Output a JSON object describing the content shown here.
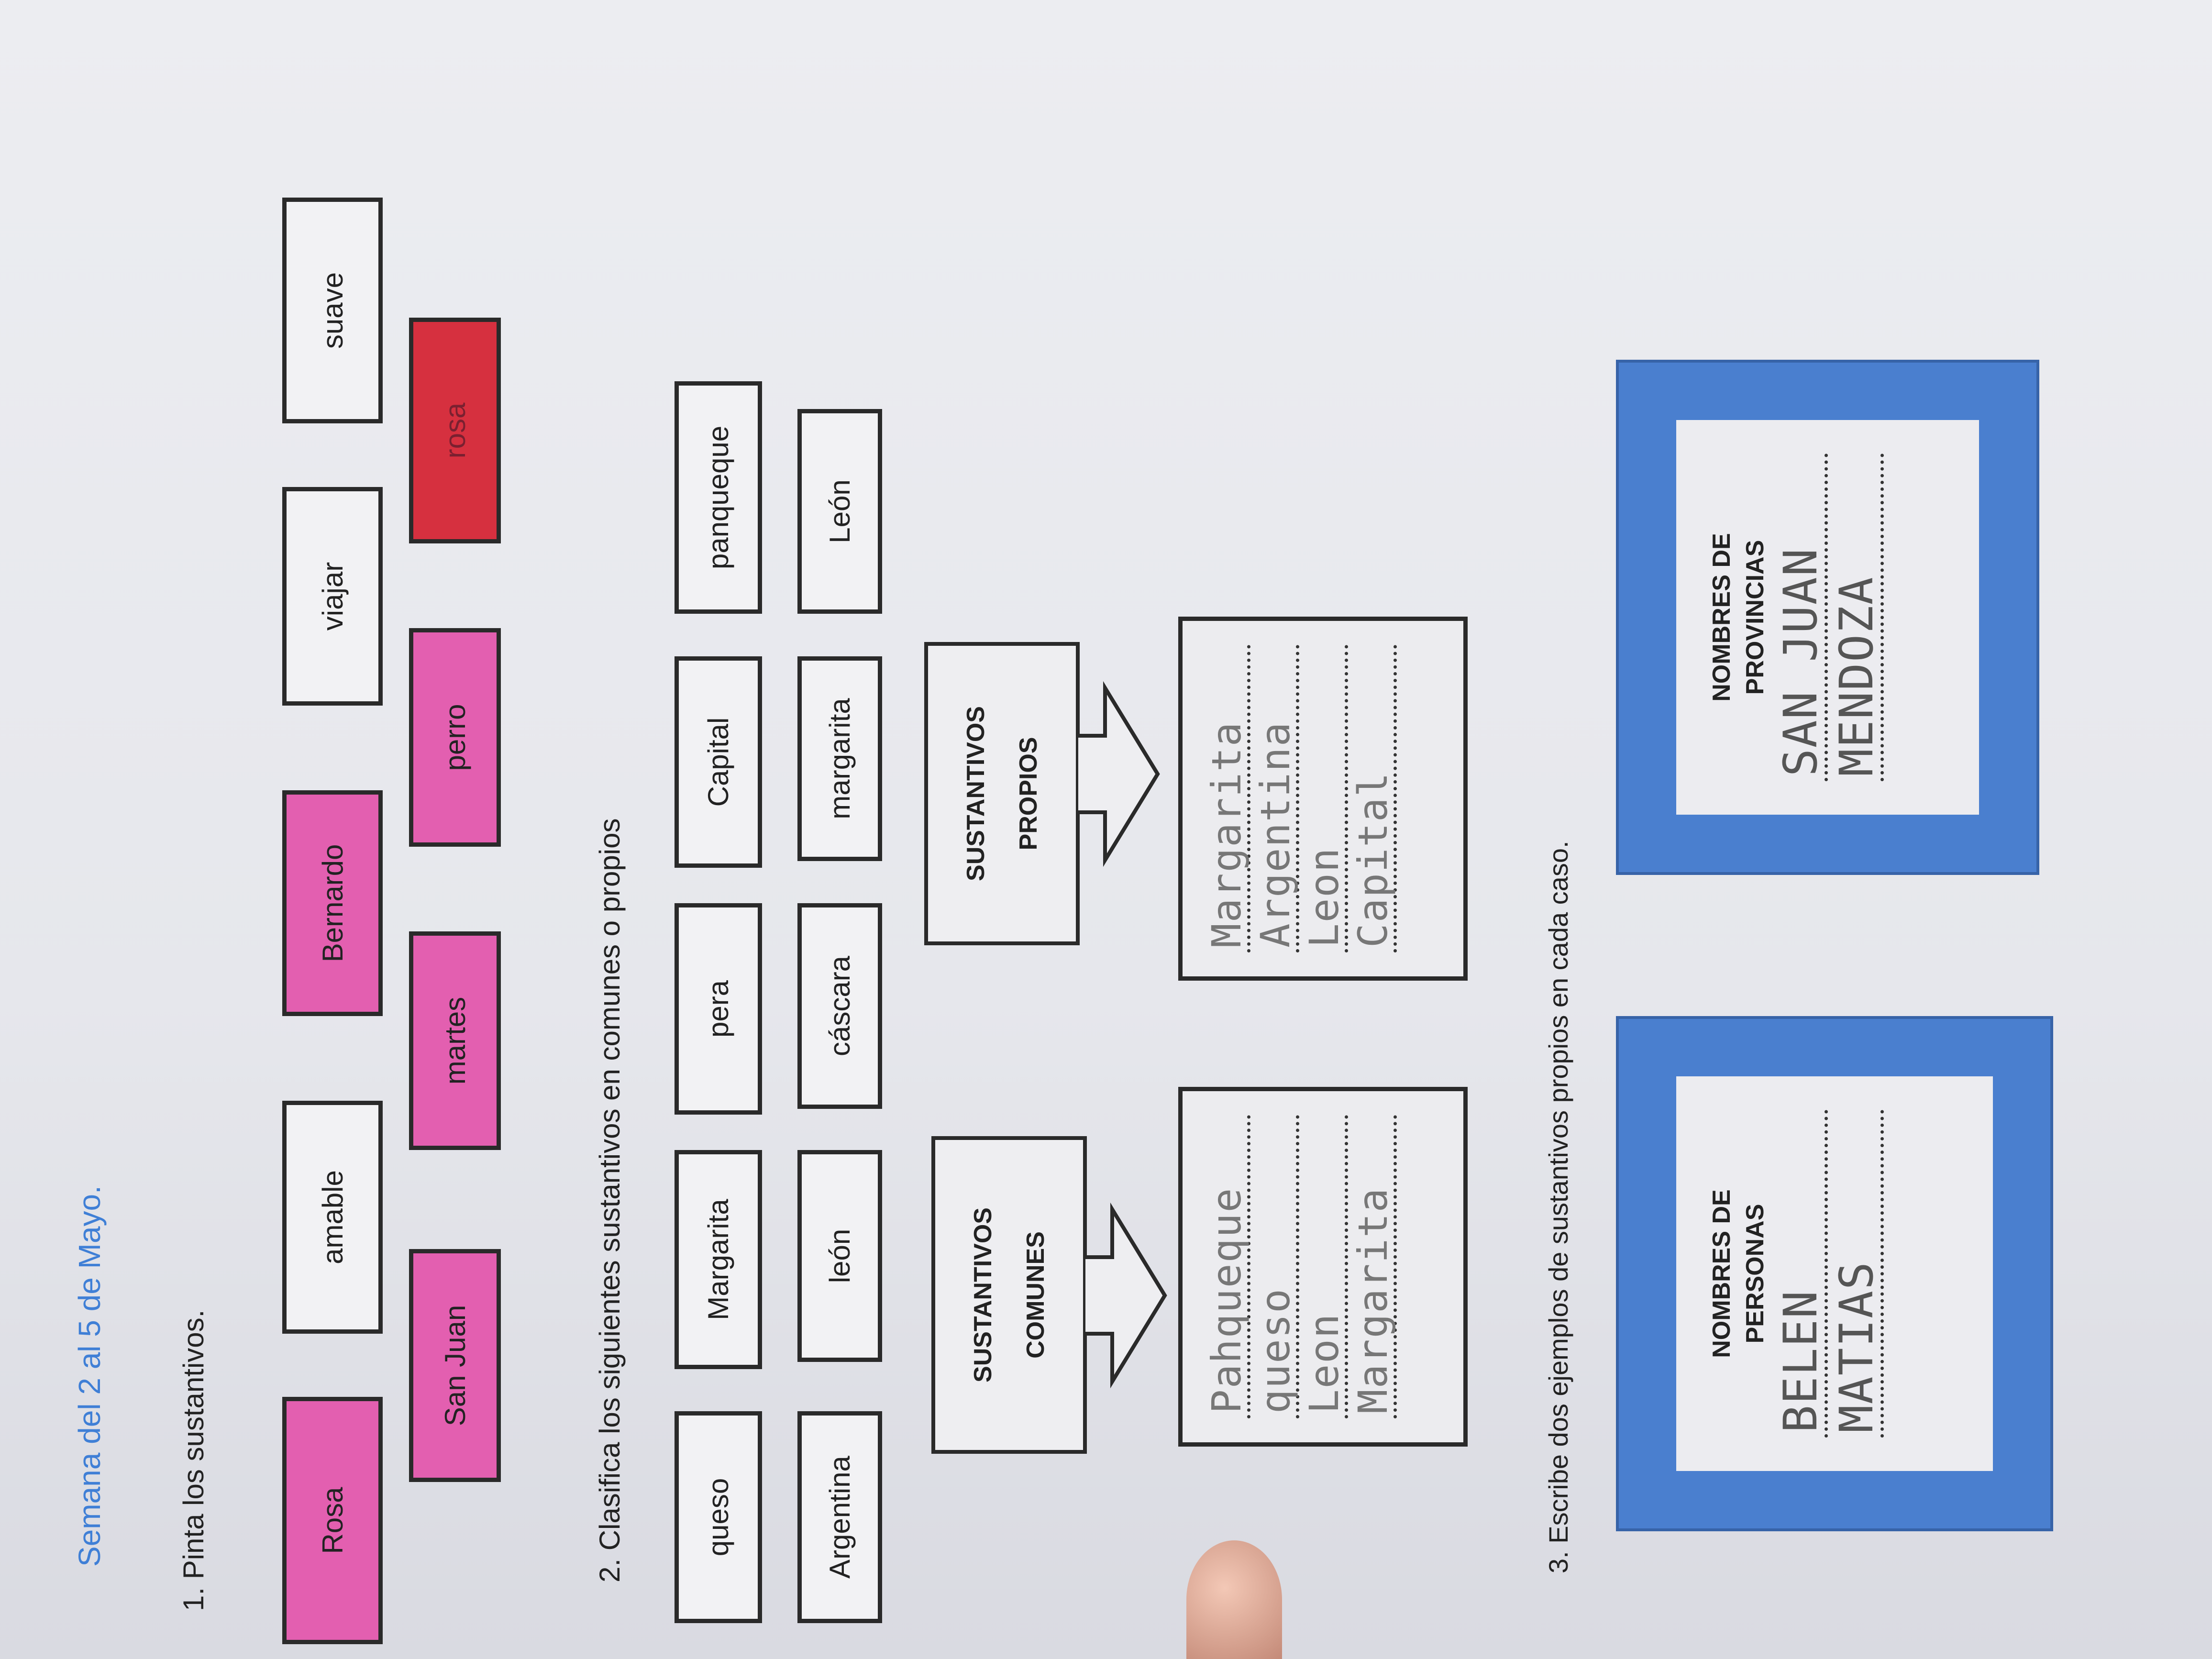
{
  "header": {
    "title": "Semana del 2 al 5 de Mayo."
  },
  "section1": {
    "heading": "1.  Pinta los sustantivos.",
    "row1": [
      {
        "w": "Rosa",
        "paint": "pink"
      },
      {
        "w": "amable",
        "paint": ""
      },
      {
        "w": "Bernardo",
        "paint": "pink"
      },
      {
        "w": "viajar",
        "paint": ""
      },
      {
        "w": "suave",
        "paint": ""
      }
    ],
    "row2": [
      {
        "w": "San Juan",
        "paint": "pink"
      },
      {
        "w": "martes",
        "paint": "pink"
      },
      {
        "w": "perro",
        "paint": "pink"
      },
      {
        "w": "rosa",
        "paint": "red"
      }
    ]
  },
  "section2": {
    "heading": "2. Clasifica los siguientes sustantivos en comunes o propios",
    "rowA": [
      "queso",
      "Margarita",
      "pera",
      "Capital",
      "panqueque"
    ],
    "rowB": [
      "Argentina",
      "león",
      "cáscara",
      "margarita",
      "León"
    ],
    "comunes": {
      "line1": "SUSTANTIVOS",
      "line2": "COMUNES",
      "answers": [
        "Pahqueque",
        "queso",
        "Leon",
        "Margarita"
      ]
    },
    "propios": {
      "line1": "SUSTANTIVOS",
      "line2": "PROPIOS",
      "answers": [
        "Margarita",
        "Argentina",
        "Leon",
        "Capital"
      ]
    }
  },
  "section3": {
    "heading": "3. Escribe dos ejemplos de sustantivos propios en cada caso.",
    "personas": {
      "l1": "NOMBRES DE",
      "l2": "PERSONAS",
      "answers": [
        "BELEN",
        "MATIAS"
      ]
    },
    "provincias": {
      "l1": "NOMBRES DE",
      "l2": "PROVINCIAS",
      "answers": [
        "SAN JUAN",
        "MENDOZA"
      ]
    }
  },
  "colors": {
    "pink": "#e35fb0",
    "red": "#d6303f",
    "blue": "#4a7fcf",
    "title": "#3f7fd6"
  }
}
